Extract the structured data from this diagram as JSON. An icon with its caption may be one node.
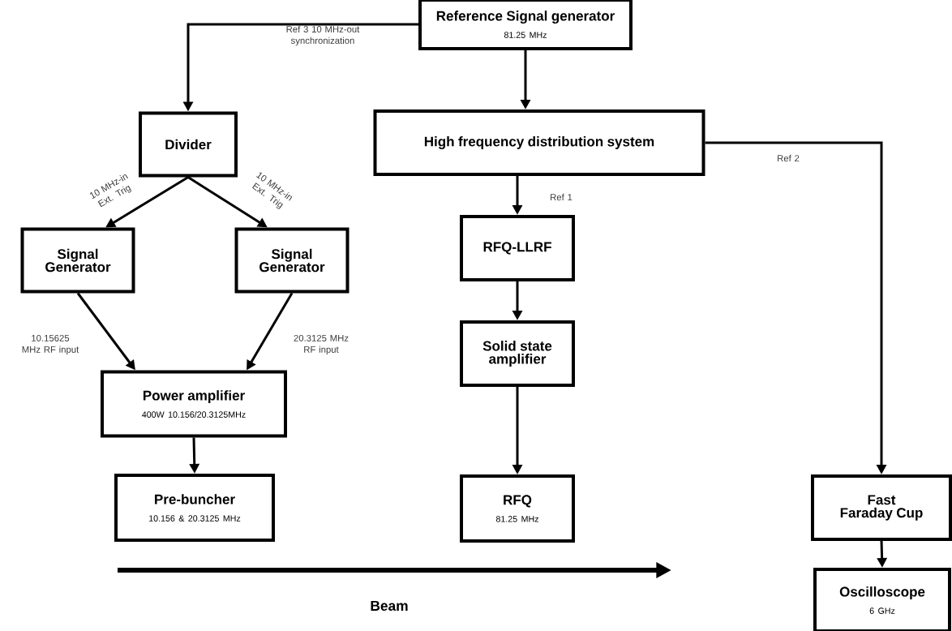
{
  "diagram": {
    "nodes": [
      {
        "text": [
          "Reference Signal generator",
          "81.25 MHz"
        ]
      },
      {
        "text": [
          "Divider"
        ]
      },
      {
        "text": [
          "High frequency distribution system"
        ]
      },
      {
        "text": [
          "Signal Generator"
        ]
      },
      {
        "text": [
          "Signal Generator"
        ]
      },
      {
        "text": [
          "RFQ-LLRF"
        ]
      },
      {
        "text": [
          "Solid state amplifier"
        ]
      },
      {
        "text": [
          "Power amplifier",
          "400W 10.156/20.3125MHz"
        ]
      },
      {
        "text": [
          "Pre-buncher",
          "10.156 & 20.3125 MHz"
        ]
      },
      {
        "text": [
          "RFQ",
          "81.25 MHz"
        ]
      },
      {
        "text": [
          "Fast Faraday Cup"
        ]
      },
      {
        "text": [
          "Oscilloscope",
          "6 GHz"
        ]
      }
    ],
    "edges": [
      {
        "from": 0,
        "to": 1,
        "arrow": "to",
        "label": "Ref 3 10 MHz-out synchronization"
      },
      {
        "from": 0,
        "to": 2,
        "arrow": "to"
      },
      {
        "from": 1,
        "to": 3,
        "arrow": "to",
        "label": "10 MHz-in Ext. Trig"
      },
      {
        "from": 1,
        "to": 4,
        "arrow": "to",
        "label": "10 MHz-in Ext. Trig"
      },
      {
        "from": 3,
        "to": 7,
        "arrow": "to",
        "label": "10.15625 MHz RF input"
      },
      {
        "from": 4,
        "to": 7,
        "arrow": "to",
        "label": "20.3125 MHz RF input"
      },
      {
        "from": 7,
        "to": 8,
        "arrow": "to"
      },
      {
        "from": 2,
        "to": 5,
        "arrow": "to",
        "label": "Ref 1"
      },
      {
        "from": 5,
        "to": 6,
        "arrow": "to"
      },
      {
        "from": 6,
        "to": 9,
        "arrow": "to"
      },
      {
        "from": 2,
        "to": 10,
        "arrow": "to",
        "label": "Ref 2"
      },
      {
        "from": 10,
        "to": 11,
        "arrow": "to"
      }
    ],
    "labels": [
      "Beam"
    ]
  }
}
